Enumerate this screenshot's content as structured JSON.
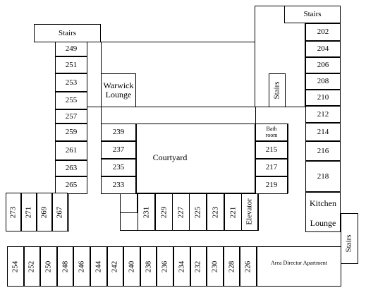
{
  "stairs_label": "Stairs",
  "warwick_lounge": [
    "Warwick",
    "Lounge"
  ],
  "courtyard_label": "Courtyard",
  "bath_room": [
    "Bath",
    "room"
  ],
  "elevator_label": "Elevator",
  "kitchen_label": "Kitchen",
  "lounge_label": "Lounge",
  "area_director_label": "Area Director Apartment",
  "west_wing_rooms": [
    "249",
    "251",
    "253",
    "255",
    "257",
    "259",
    "261",
    "263",
    "265"
  ],
  "east_wing_rooms": [
    "202",
    "204",
    "206",
    "208",
    "210",
    "212",
    "214",
    "216",
    "218"
  ],
  "inner_west_rooms": [
    "239",
    "237",
    "235",
    "233"
  ],
  "inner_east_rooms": [
    "215",
    "217",
    "219"
  ],
  "middle_row_rooms": [
    "231",
    "229",
    "227",
    "225",
    "223",
    "221"
  ],
  "left_block_rooms": [
    "273",
    "271",
    "269",
    "267"
  ],
  "south_row_rooms": [
    "254",
    "252",
    "250",
    "248",
    "246",
    "244",
    "242",
    "240",
    "238",
    "236",
    "234",
    "232",
    "230",
    "228",
    "226"
  ]
}
